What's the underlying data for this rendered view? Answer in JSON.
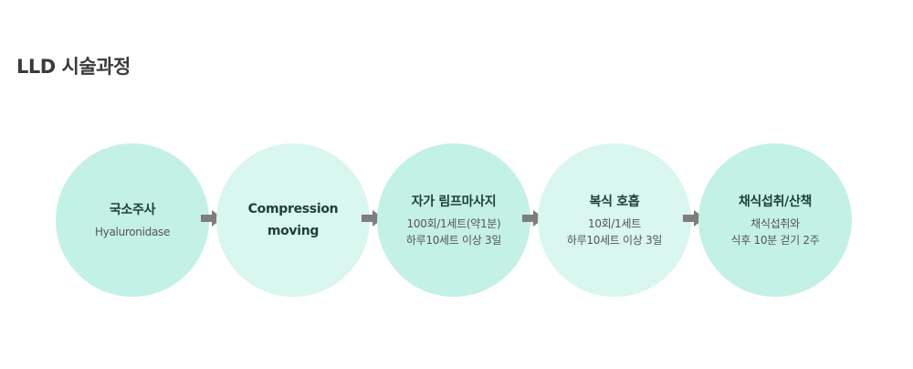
{
  "title": "LLD 시술과정",
  "colors": {
    "circle_primary": "#c4f1e5",
    "circle_secondary": "#d9f6ef",
    "arrow": "#7d7d7d",
    "title_text": "#1e3f36"
  },
  "steps": [
    {
      "title": "국소주사",
      "desc": [
        "Hyaluronidase"
      ]
    },
    {
      "title_lines": [
        "Compression",
        "moving"
      ],
      "desc": []
    },
    {
      "title": "자가 림프마사지",
      "desc": [
        "100회/1세트(약1분)",
        "하루10세트 이상 3일"
      ]
    },
    {
      "title": "복식 호흡",
      "desc": [
        "10회/1세트",
        "하루10세트 이상 3일"
      ]
    },
    {
      "title": "채식섭취/산책",
      "desc": [
        "채식섭취와",
        "식후 10분 걷기 2주"
      ]
    }
  ],
  "arrow_icon": "right-arrow-icon"
}
